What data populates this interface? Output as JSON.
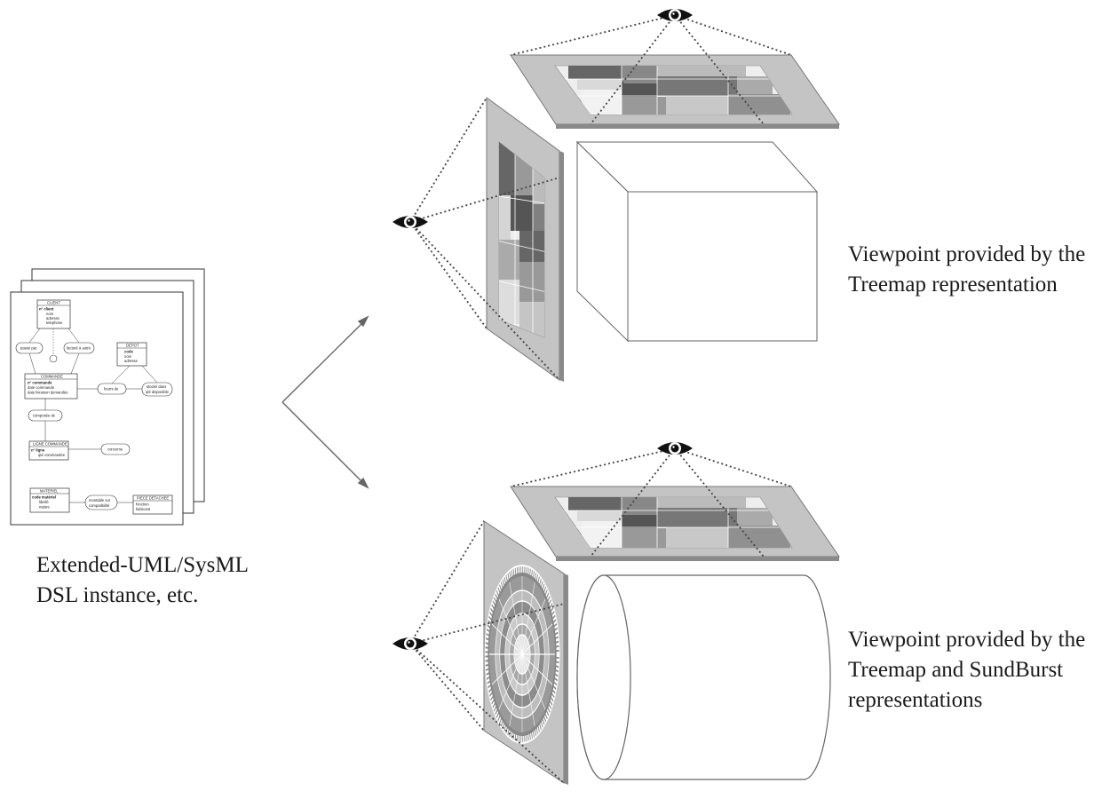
{
  "source_doc": {
    "caption_line1": "Extended-UML/SysML",
    "caption_line2": "DSL instance, etc.",
    "entities": {
      "client": {
        "title": "CLIENT",
        "id": "n° client",
        "attrs": [
          "nom",
          "adresse",
          "telephone"
        ]
      },
      "depot": {
        "title": "DEPOT",
        "id": "code",
        "attrs": [
          "nom",
          "adresse"
        ]
      },
      "commande": {
        "title": "COMMANDE",
        "id": "n° commande",
        "attrs": [
          "date commande",
          "date livraison demandée"
        ]
      },
      "ligne": {
        "title": "LIGNE COMMANDE",
        "id": "n° ligne",
        "attrs": [
          "qté commandée"
        ]
      },
      "materiel": {
        "title": "MATERIEL",
        "id": "code matériel",
        "attrs": [
          "libellé",
          "nature"
        ]
      },
      "piece": {
        "title": "PIECE DETACHEE",
        "id": "",
        "attrs": [
          "fonction",
          "fabricant"
        ]
      }
    },
    "relations": {
      "passee_par": "passé par",
      "facturee_a": "facturé à autre",
      "fournie_de": "fourni de",
      "stocke_dans": "stocké dans",
      "stocke_qte": "qté disponible",
      "composee_de": "composée de",
      "concerne": "concerne",
      "montable": "montable sur",
      "compat": "compatibilité"
    }
  },
  "viewpoint_top": {
    "caption_line1": "Viewpoint provided by the",
    "caption_line2": "Treemap representation"
  },
  "viewpoint_bottom": {
    "caption_line1": "Viewpoint provided by the",
    "caption_line2": "Treemap and SundBurst",
    "caption_line3": "representations"
  }
}
